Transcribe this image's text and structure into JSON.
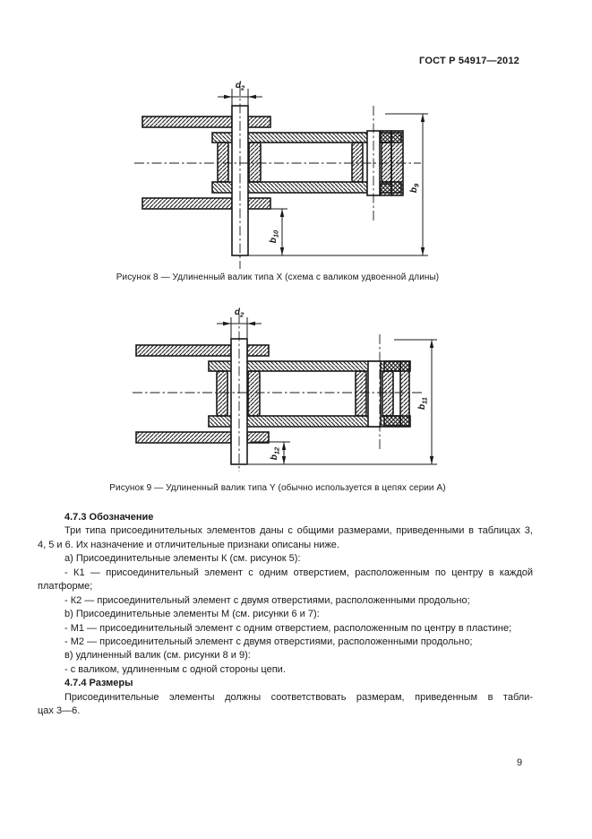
{
  "page": {
    "header": "ГОСТ Р 54917—2012",
    "page_number": "9"
  },
  "figures": {
    "fig8": {
      "caption": "Рисунок 8 — Удлиненный валик типа X (схема с валиком удвоенной длины)",
      "dims": {
        "d2": {
          "base": "d",
          "sub": "2"
        },
        "b9": {
          "base": "b",
          "sub": "9"
        },
        "b10": {
          "base": "b",
          "sub": "10"
        }
      }
    },
    "fig9": {
      "caption": "Рисунок 9 — Удлиненный валик типа Y (обычно используется в цепях серии А)",
      "dims": {
        "d2": {
          "base": "d",
          "sub": "2"
        },
        "b11": {
          "base": "b",
          "sub": "11"
        },
        "b12": {
          "base": "b",
          "sub": "12"
        }
      }
    }
  },
  "content": {
    "lines": [
      "4.7.3 Обозначение",
      "Три типа присоединительных элементов даны с общими размерами, приведенными в таблицах 3,",
      "4, 5 и 6. Их назначение и отличительные признаки описаны ниже.",
      "а) Присоединительные элементы К (см. рисунок 5):",
      "- К1 — присоединительный элемент с одним отверстием, расположенным по центру в каждой",
      "платформе;",
      "- К2 — присоединительный элемент с двумя отверстиями, расположенными продольно;",
      "b) Присоединительные элементы М (см. рисунки 6 и 7):",
      "- М1 — присоединительный элемент с одним отверстием, расположенным по центру в пластине;",
      "- М2 — присоединительный элемент с двумя отверстиями, расположенными продольно;",
      "в) удлиненный валик (см. рисунки 8 и 9):",
      "- с валиком, удлиненным с одной стороны цепи.",
      "4.7.4 Размеры",
      "Присоединительные элементы должны соответствовать размерам, приведенным в табли-",
      "цах 3—6."
    ]
  }
}
